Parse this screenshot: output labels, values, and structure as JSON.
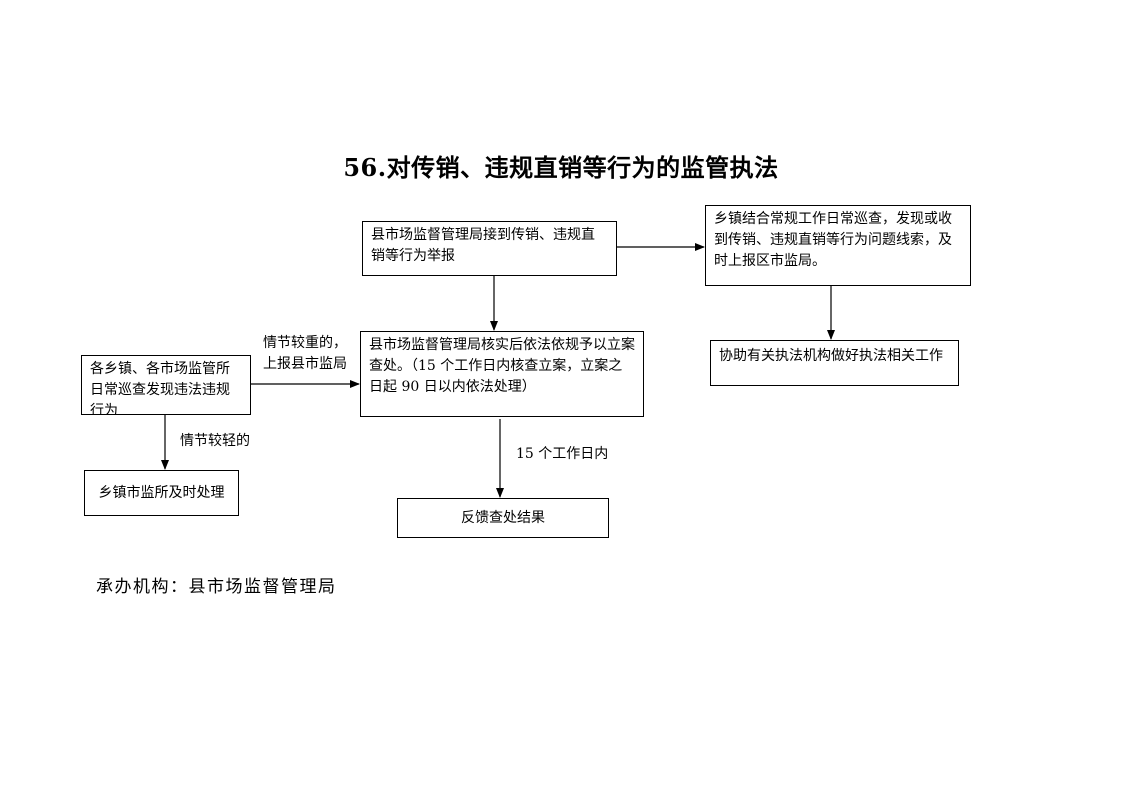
{
  "title": "56.对传销、违规直销等行为的监管执法",
  "nodes": {
    "receive_report": "县市场监督管理局接到传销、违规直销等行为举报",
    "township_patrol": "乡镇结合常规工作日常巡查，发现或收到传销、违规直销等行为问题线索，及时上报区市监局。",
    "verify_file": "县市场监督管理局核实后依法依规予以立案查处。（15 个工作日内核查立案，立案之日起 90 日以内依法处理）",
    "assist_enforcement": "协助有关执法机构做好执法相关工作",
    "township_inspection": "各乡镇、各市场监管所日常巡查发现违法违规行为",
    "township_handle": "乡镇市监所及时处理",
    "feedback": "反馈查处结果"
  },
  "edge_labels": {
    "serious_line1": "情节较重的，",
    "serious_line2": "上报县市监局",
    "minor": "情节较轻的",
    "fifteen_days": "15 个工作日内"
  },
  "footer": "承办机构：县市场监督管理局"
}
